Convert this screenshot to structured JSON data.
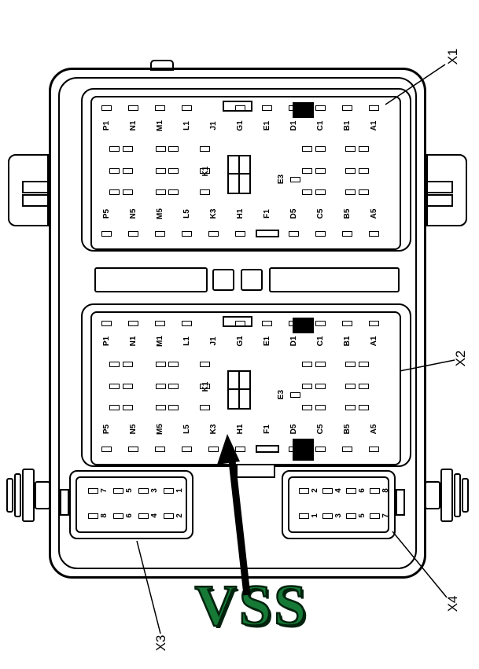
{
  "figure": {
    "vss_label": "VSS",
    "vss_color": "#167a36",
    "line_color": "#000000"
  },
  "callouts": {
    "x1": "X1",
    "x2": "X2",
    "x3": "X3",
    "x4": "X4"
  },
  "connectors": {
    "x1": {
      "top_labels": [
        "P1",
        "N1",
        "M1",
        "L1",
        "J1",
        "G1",
        "E1",
        "D1",
        "C1",
        "B1",
        "A1"
      ],
      "mid_labels": [
        "K1",
        "E3"
      ],
      "bottom_labels": [
        "P5",
        "N5",
        "M5",
        "L5",
        "K3",
        "H1",
        "F1",
        "D5",
        "C5",
        "B5",
        "A5"
      ]
    },
    "x2": {
      "top_labels": [
        "P1",
        "N1",
        "M1",
        "L1",
        "J1",
        "G1",
        "E1",
        "D1",
        "C1",
        "B1",
        "A1"
      ],
      "mid_labels": [
        "K1",
        "E3"
      ],
      "bottom_labels": [
        "P5",
        "N5",
        "M5",
        "L5",
        "K3",
        "H1",
        "F1",
        "D5",
        "C5",
        "B5",
        "A5"
      ]
    },
    "x3": {
      "row1": [
        "7",
        "5",
        "3",
        "1"
      ],
      "row2": [
        "8",
        "6",
        "4",
        "2"
      ]
    },
    "x4": {
      "row1": [
        "2",
        "4",
        "6",
        "8"
      ],
      "row2": [
        "1",
        "3",
        "5",
        "7"
      ]
    }
  }
}
